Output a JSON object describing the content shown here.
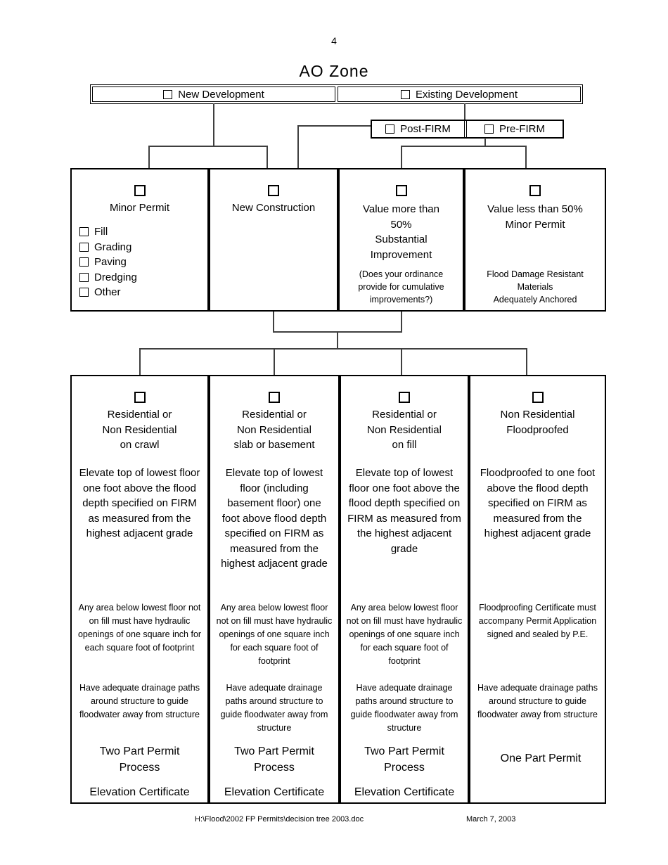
{
  "page": {
    "number": "4",
    "title": "AO Zone",
    "footer_path": "H:\\Flood\\2002 FP Permits\\decision tree 2003.doc",
    "footer_date": "March 7, 2003"
  },
  "colors": {
    "line": "#3f3f3f",
    "border": "#000000",
    "background": "#ffffff"
  },
  "top_row": {
    "new_development": "New Development",
    "existing_development": "Existing Development"
  },
  "firm_row": {
    "post_firm": "Post-FIRM",
    "pre_firm": "Pre-FIRM"
  },
  "middle_row": {
    "minor_permit": {
      "title": "Minor Permit",
      "options": [
        "Fill",
        "Grading",
        "Paving",
        "Dredging",
        "Other"
      ]
    },
    "new_construction": {
      "title": "New Construction"
    },
    "value_more": {
      "line1": "Value more than 50%",
      "line2": "Substantial Improvement",
      "note": "(Does your ordinance provide for cumulative improvements?)"
    },
    "value_less": {
      "line1": "Value less than 50%",
      "line2": "Minor Permit",
      "note1": "Flood Damage Resistant Materials",
      "note2": "Adequately Anchored"
    }
  },
  "bottom_row": {
    "crawl": {
      "h1": "Residential or",
      "h2": "Non Residential",
      "h3": "on crawl",
      "elevate": "Elevate top of lowest floor one foot above the flood depth specified on FIRM as measured from the highest adjacent grade",
      "openings": "Any area below lowest floor not on fill must have hydraulic openings of one square inch for each square foot of footprint",
      "drainage": "Have adequate drainage paths around structure to guide floodwater away from structure",
      "process": "Two Part Permit Process",
      "certificate": "Elevation Certificate"
    },
    "slab": {
      "h1": "Residential or",
      "h2": "Non Residential",
      "h3": "slab or basement",
      "elevate": "Elevate top of lowest floor (including basement floor) one foot above flood depth specified on FIRM as measured from the highest adjacent grade",
      "openings": "Any area below lowest floor not on fill must have hydraulic openings of one square inch for each square foot of footprint",
      "drainage": "Have adequate drainage paths around structure to guide floodwater away from structure",
      "process": "Two Part Permit Process",
      "certificate": "Elevation Certificate"
    },
    "fill": {
      "h1": "Residential or",
      "h2": "Non Residential",
      "h3": "on fill",
      "elevate": "Elevate top of lowest floor one foot above the flood depth specified on FIRM as measured from the highest adjacent grade",
      "openings": "Any area below lowest floor not on fill must have hydraulic openings of one square inch for each square foot of footprint",
      "drainage": "Have adequate drainage paths around structure to guide floodwater away from structure",
      "process": "Two Part Permit Process",
      "certificate": "Elevation Certificate"
    },
    "floodproofed": {
      "h1": "Non Residential",
      "h2": "Floodproofed",
      "elevate": "Floodproofed to one foot above the flood depth specified on FIRM as measured from the highest adjacent grade",
      "openings": "Floodproofing Certificate must accompany Permit Application signed and sealed by P.E.",
      "drainage": "Have adequate drainage paths around structure to guide floodwater away from structure",
      "process": "One Part Permit"
    }
  }
}
